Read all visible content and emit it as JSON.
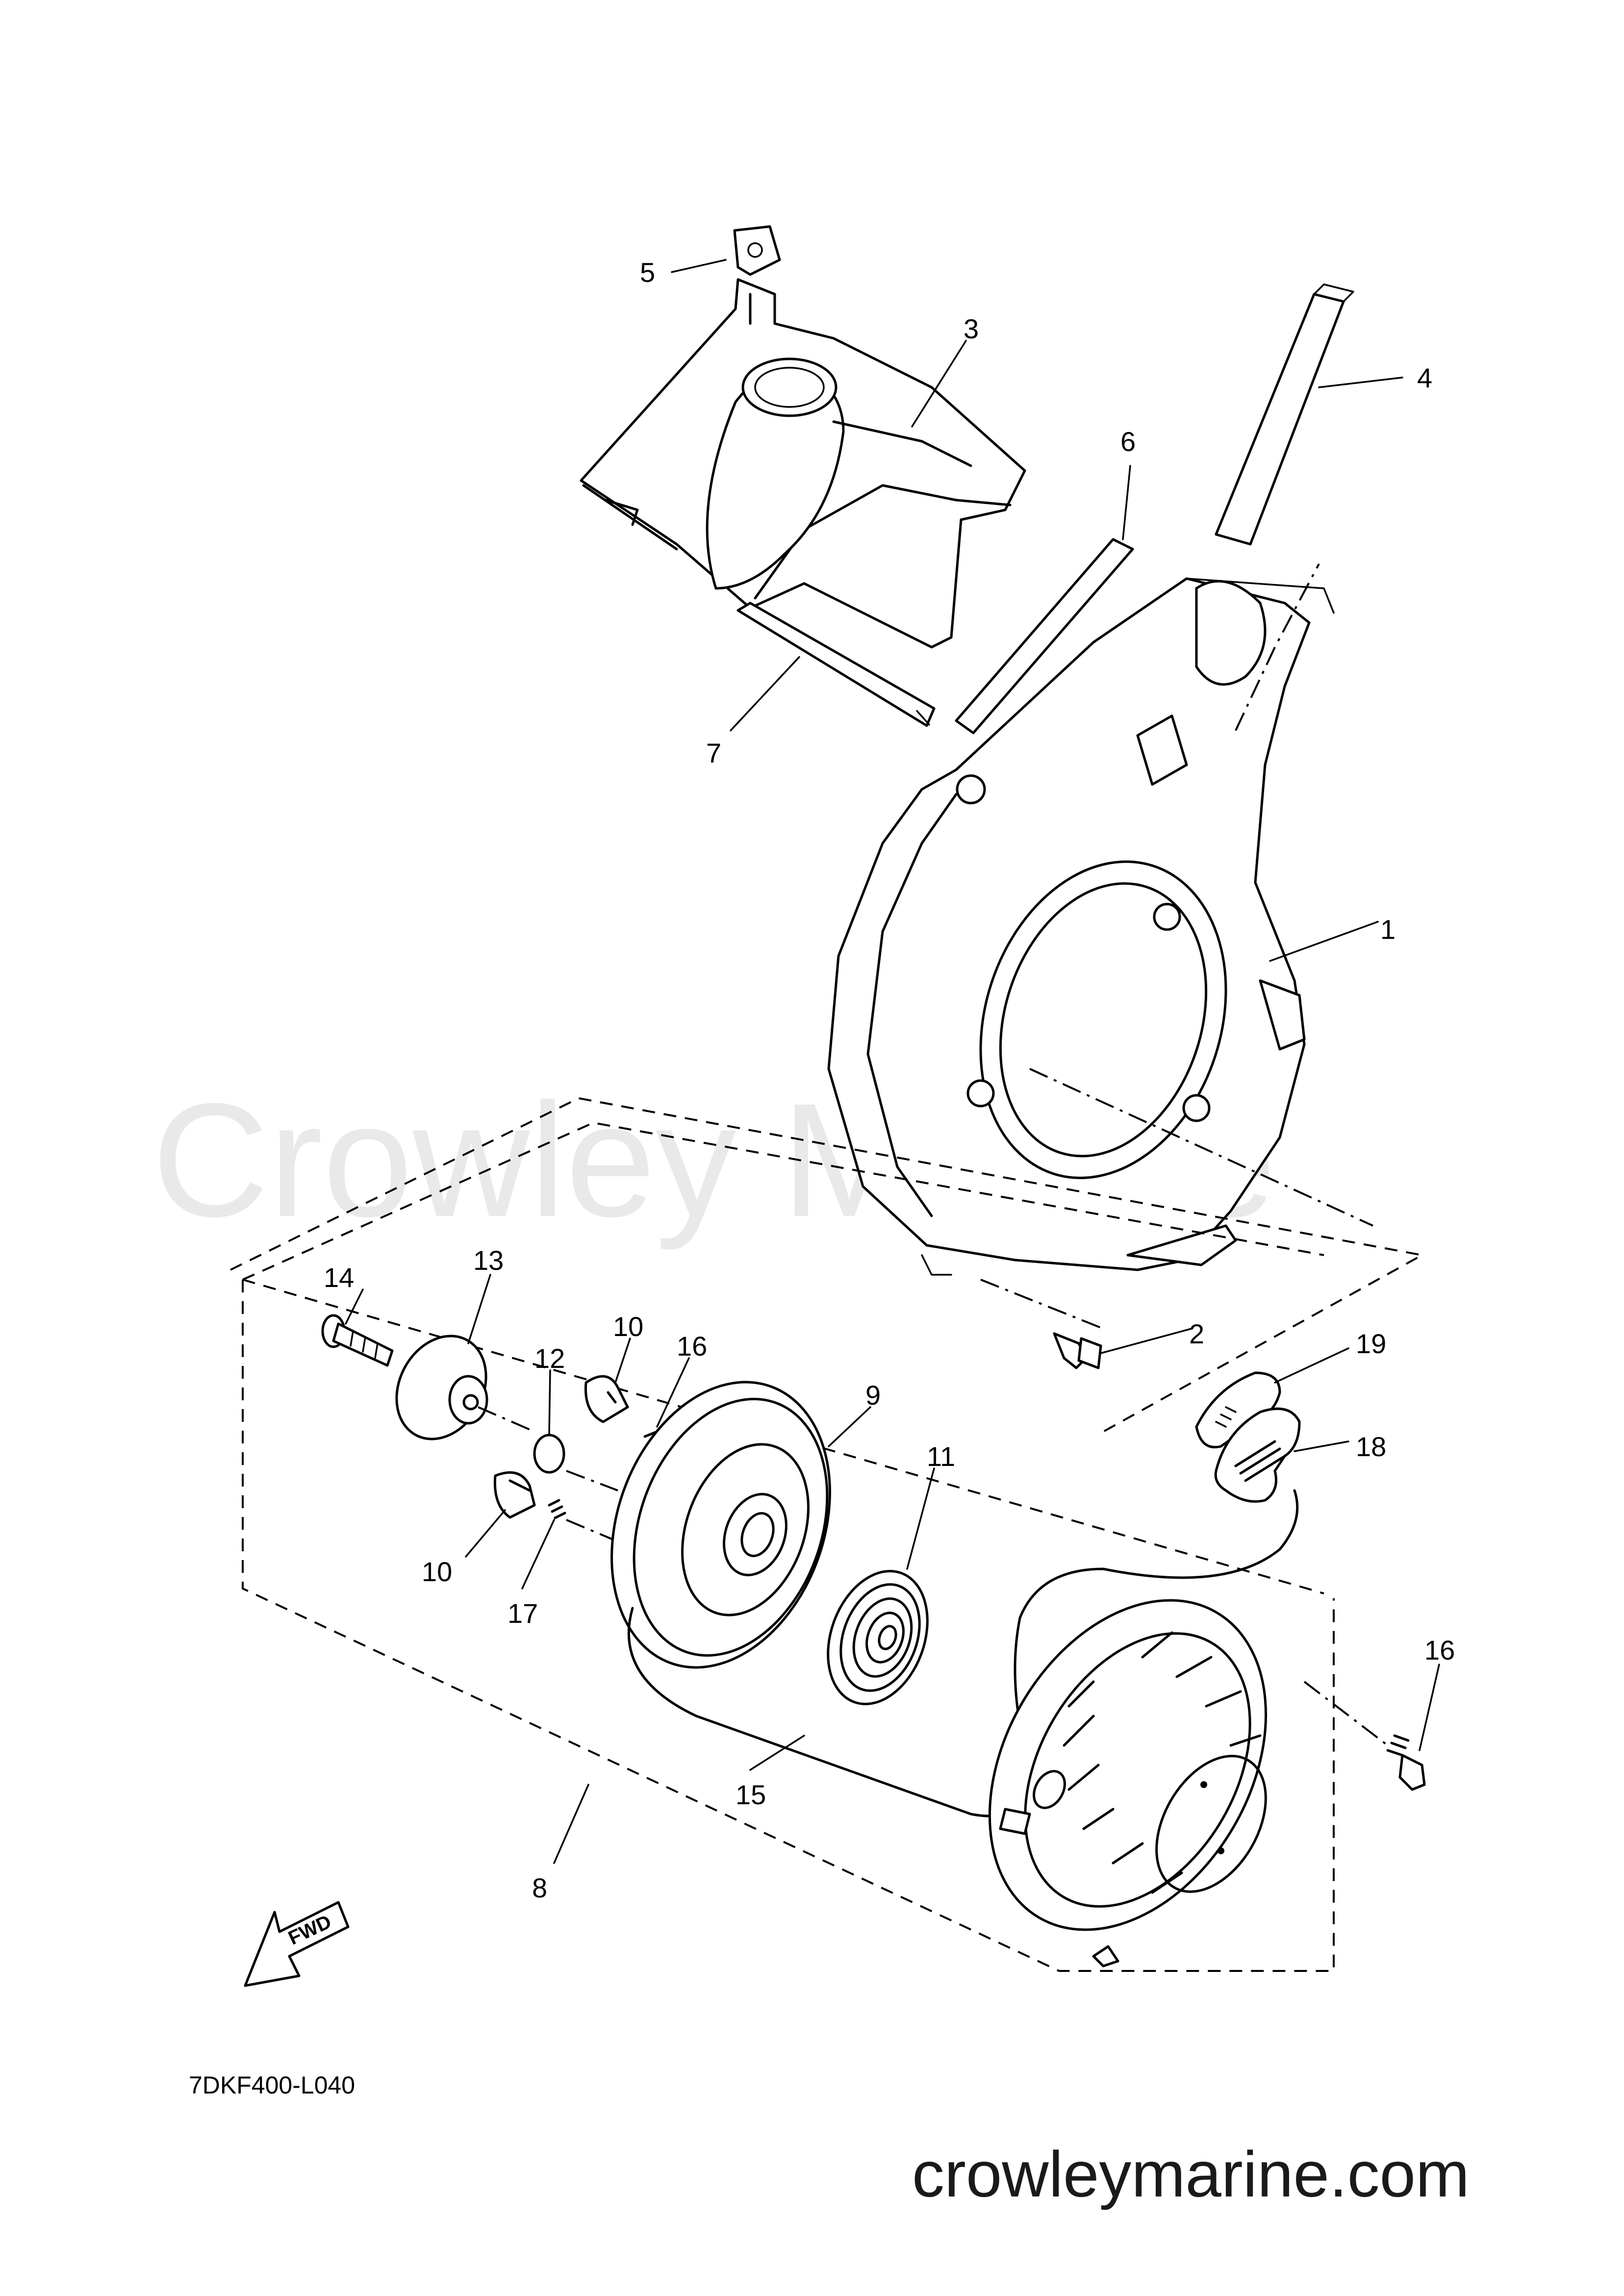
{
  "diagram": {
    "watermark": "Crowley Marine",
    "website": "crowleymarine.com",
    "diagram_code": "7DKF400-L040",
    "direction_label": "FWD",
    "callouts": [
      {
        "id": "c1",
        "label": "1"
      },
      {
        "id": "c2",
        "label": "2"
      },
      {
        "id": "c3",
        "label": "3"
      },
      {
        "id": "c4",
        "label": "4"
      },
      {
        "id": "c5",
        "label": "5"
      },
      {
        "id": "c6",
        "label": "6"
      },
      {
        "id": "c7",
        "label": "7"
      },
      {
        "id": "c8",
        "label": "8"
      },
      {
        "id": "c9",
        "label": "9"
      },
      {
        "id": "c10a",
        "label": "10"
      },
      {
        "id": "c10b",
        "label": "10"
      },
      {
        "id": "c11",
        "label": "11"
      },
      {
        "id": "c12",
        "label": "12"
      },
      {
        "id": "c13",
        "label": "13"
      },
      {
        "id": "c14",
        "label": "14"
      },
      {
        "id": "c15",
        "label": "15"
      },
      {
        "id": "c16a",
        "label": "16"
      },
      {
        "id": "c16b",
        "label": "16"
      },
      {
        "id": "c17",
        "label": "17"
      },
      {
        "id": "c18",
        "label": "18"
      },
      {
        "id": "c19",
        "label": "19"
      }
    ]
  }
}
